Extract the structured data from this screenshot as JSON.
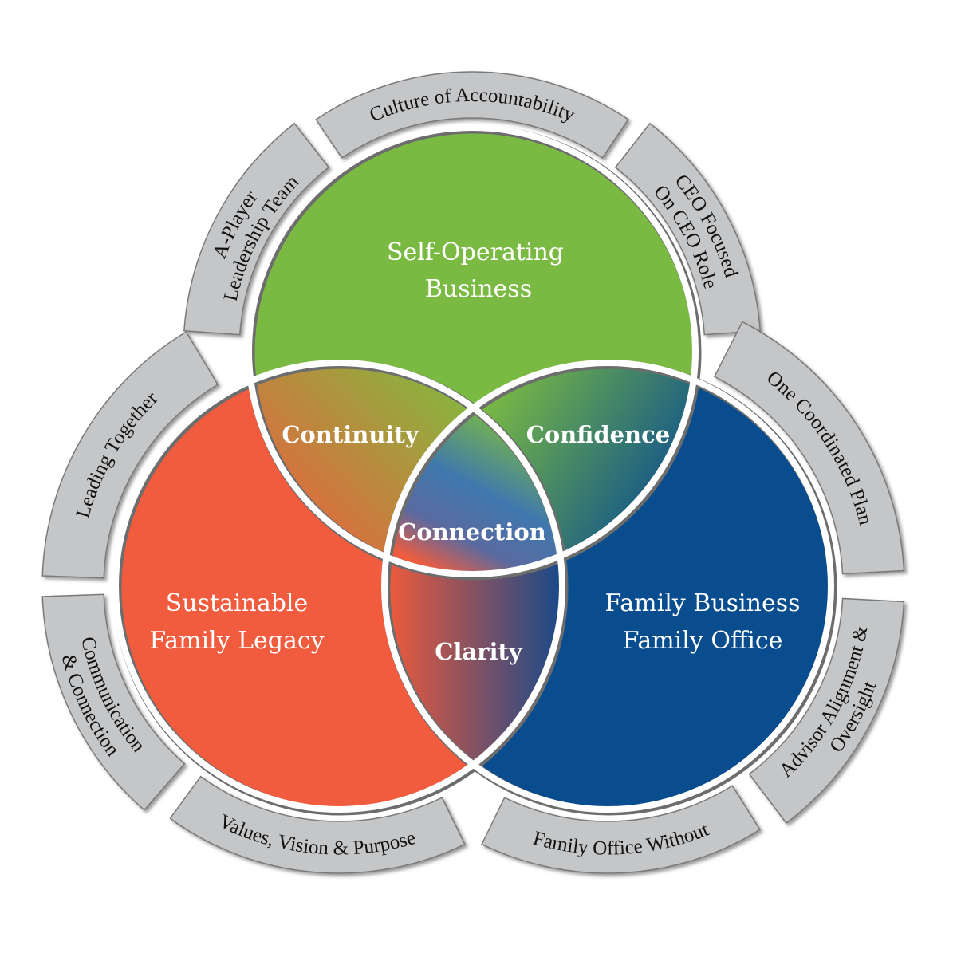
{
  "colors": {
    "green": "#7aba43",
    "red": "#f05c3d",
    "blue": "#0a4d8f",
    "ring_segment": "#c5c6c8",
    "ring_border": "#7a7a7a",
    "label_text": "#ffffff"
  },
  "circles": {
    "business": {
      "line1": "Self-Operating",
      "line2": "Business"
    },
    "legacy": {
      "line1": "Sustainable",
      "line2": "Family Legacy"
    },
    "office": {
      "line1": "Family Business",
      "line2": "Family Office"
    }
  },
  "overlaps": {
    "continuity": "Continuity",
    "confidence": "Confidence",
    "connection": "Connection",
    "clarity": "Clarity"
  },
  "ring_segments": [
    {
      "lines": [
        "A-Player",
        "Leadership Team"
      ]
    },
    {
      "lines": [
        "Culture of Accountability"
      ]
    },
    {
      "lines": [
        "CEO Focused",
        "On CEO Role"
      ]
    },
    {
      "lines": [
        "One Coordinated Plan"
      ]
    },
    {
      "lines": [
        "Advisor Alignment &",
        "Oversight"
      ]
    },
    {
      "lines": [
        "Family Office Without"
      ]
    },
    {
      "lines": [
        "Values, Vision & Purpose"
      ]
    },
    {
      "lines": [
        "Communication",
        "& Connection"
      ]
    },
    {
      "lines": [
        "Leading Together"
      ]
    }
  ]
}
